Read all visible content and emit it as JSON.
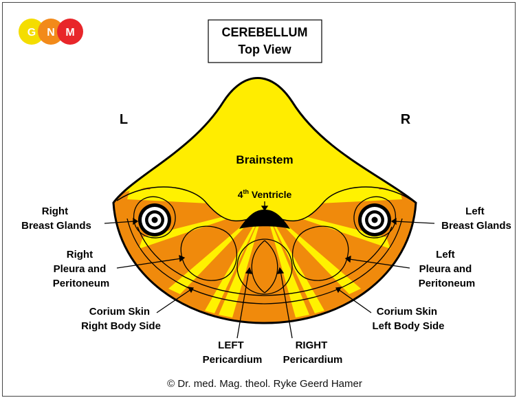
{
  "logo": {
    "letters": [
      "G",
      "N",
      "M"
    ],
    "colors": [
      "#f4dd00",
      "#f28a1a",
      "#e8262a"
    ]
  },
  "title": {
    "line1": "CEREBELLUM",
    "line2": "Top View"
  },
  "side_left": "L",
  "side_right": "R",
  "regions": {
    "brainstem": "Brainstem",
    "ventricle_base": "4",
    "ventricle_sup": "th",
    "ventricle_rest": " Ventricle"
  },
  "labels": {
    "right_breast": [
      "Right",
      "Breast Glands"
    ],
    "left_breast": [
      "Left",
      "Breast Glands"
    ],
    "right_pleura": [
      "Right",
      "Pleura and",
      "Peritoneum"
    ],
    "left_pleura": [
      "Left",
      "Pleura and",
      "Peritoneum"
    ],
    "corium_right": [
      "Corium Skin",
      "Right Body Side"
    ],
    "corium_left": [
      "Corium Skin",
      "Left Body Side"
    ],
    "left_pericardium": [
      "LEFT",
      "Pericardium"
    ],
    "right_pericardium": [
      "RIGHT",
      "Pericardium"
    ]
  },
  "copyright": "© Dr. med. Mag. theol. Ryke Geerd Hamer",
  "colors": {
    "yellow": "#ffed00",
    "orange": "#f08a0c",
    "stripe": "#fff200",
    "black": "#000000"
  }
}
